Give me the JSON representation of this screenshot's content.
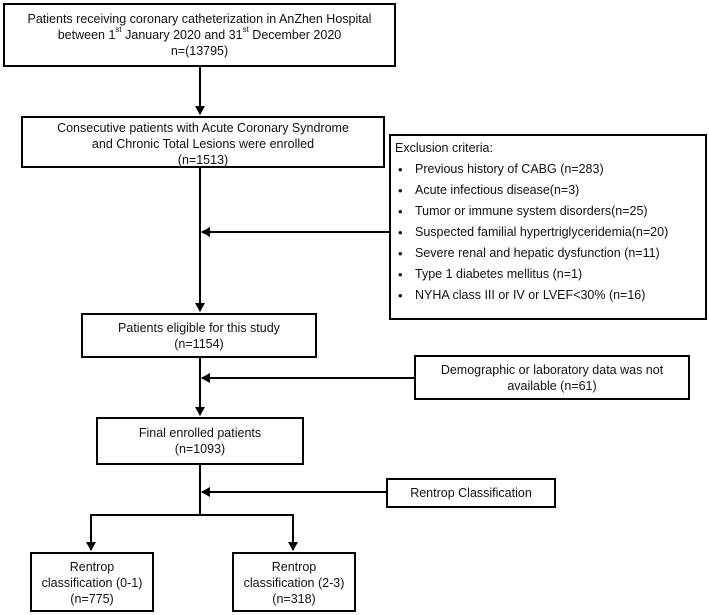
{
  "nodes": {
    "screened": {
      "line1": "Patients receiving coronary catheterization in AnZhen Hospital",
      "line2_pre": "between 1",
      "line2_sup1": "st",
      "line2_mid": " January 2020 and 31",
      "line2_sup2": "st",
      "line2_post": " December 2020",
      "count": "n=(13795)"
    },
    "enrolled": {
      "line1": "Consecutive patients with Acute Coronary Syndrome",
      "line2": "and Chronic Total Lesions were enrolled",
      "count": "(n=1513)"
    },
    "exclusion": {
      "title": "Exclusion criteria:",
      "items": [
        "Previous history of CABG (n=283)",
        "Acute infectious disease(n=3)",
        "Tumor or immune system disorders(n=25)",
        "Suspected familial hypertriglyceridemia(n=20)",
        "Severe renal and hepatic dysfunction (n=11)",
        "Type 1 diabetes mellitus (n=1)",
        "NYHA class III or IV or LVEF<30% (n=16)"
      ]
    },
    "eligible": {
      "line1": "Patients eligible for this study",
      "count": "(n=1154)"
    },
    "missing_data": {
      "line1": "Demographic or laboratory data was not",
      "line2": "available (n=61)"
    },
    "final": {
      "line1": "Final enrolled patients",
      "count": "(n=1093)"
    },
    "classification": {
      "label": "Rentrop Classification"
    },
    "group_low": {
      "line1": "Rentrop",
      "line2": "classification (0-1)",
      "count": "(n=775)"
    },
    "group_high": {
      "line1": "Rentrop",
      "line2": "classification (2-3)",
      "count": "(n=318)"
    }
  },
  "colors": {
    "stroke": "#000000",
    "background": "#ffffff"
  }
}
